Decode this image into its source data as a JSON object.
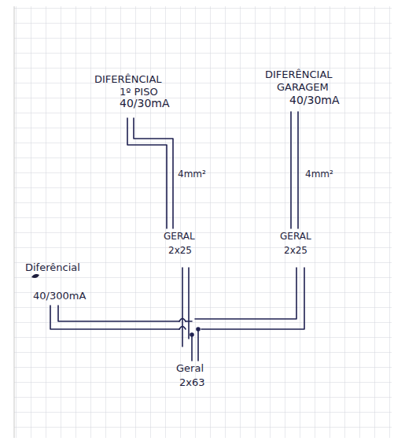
{
  "diagram": {
    "labels": [
      "DIFERÊNCIAL",
      "1º PISO",
      "40/30mA",
      "DIFERÊNCIAL",
      "GARAGEM",
      "40/30mA",
      "4mm²",
      "4mm²",
      "GERAL",
      "2x25",
      "GERAL",
      "2x25",
      "Diferêncial",
      "40/300mA",
      "Geral",
      "2x63"
    ]
  }
}
